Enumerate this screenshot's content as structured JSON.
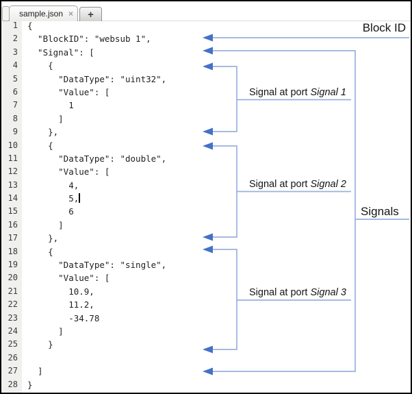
{
  "colors": {
    "annotation_line": "#9ab1de",
    "annotation_arrow": "#4472c4",
    "code_text": "#1f1f1f",
    "gutter_bg": "#f0f0ee",
    "gutter_text": "#3a3a3a"
  },
  "tab_bar": {
    "active_tab": "sample.json",
    "close_icon": "×",
    "new_tab_icon": "+"
  },
  "editor": {
    "cursor_line": 14,
    "lines": [
      "{",
      "  \"BlockID\": \"websub 1\",",
      "  \"Signal\": [",
      "    {",
      "      \"DataType\": \"uint32\",",
      "      \"Value\": [",
      "        1",
      "      ]",
      "    },",
      "    {",
      "      \"DataType\": \"double\",",
      "      \"Value\": [",
      "        4,",
      "        5,",
      "        6",
      "      ]",
      "    },",
      "    {",
      "      \"DataType\": \"single\",",
      "      \"Value\": [",
      "        10.9,",
      "        11.2,",
      "        -34.78",
      "      ]",
      "    }",
      "",
      "  ]",
      "}"
    ]
  },
  "annotations": {
    "block_id": "Block ID",
    "signals": "Signals",
    "ports": [
      {
        "prefix": "Signal at port ",
        "port": "Signal 1"
      },
      {
        "prefix": "Signal at port ",
        "port": "Signal 2"
      },
      {
        "prefix": "Signal at port ",
        "port": "Signal 3"
      }
    ]
  }
}
